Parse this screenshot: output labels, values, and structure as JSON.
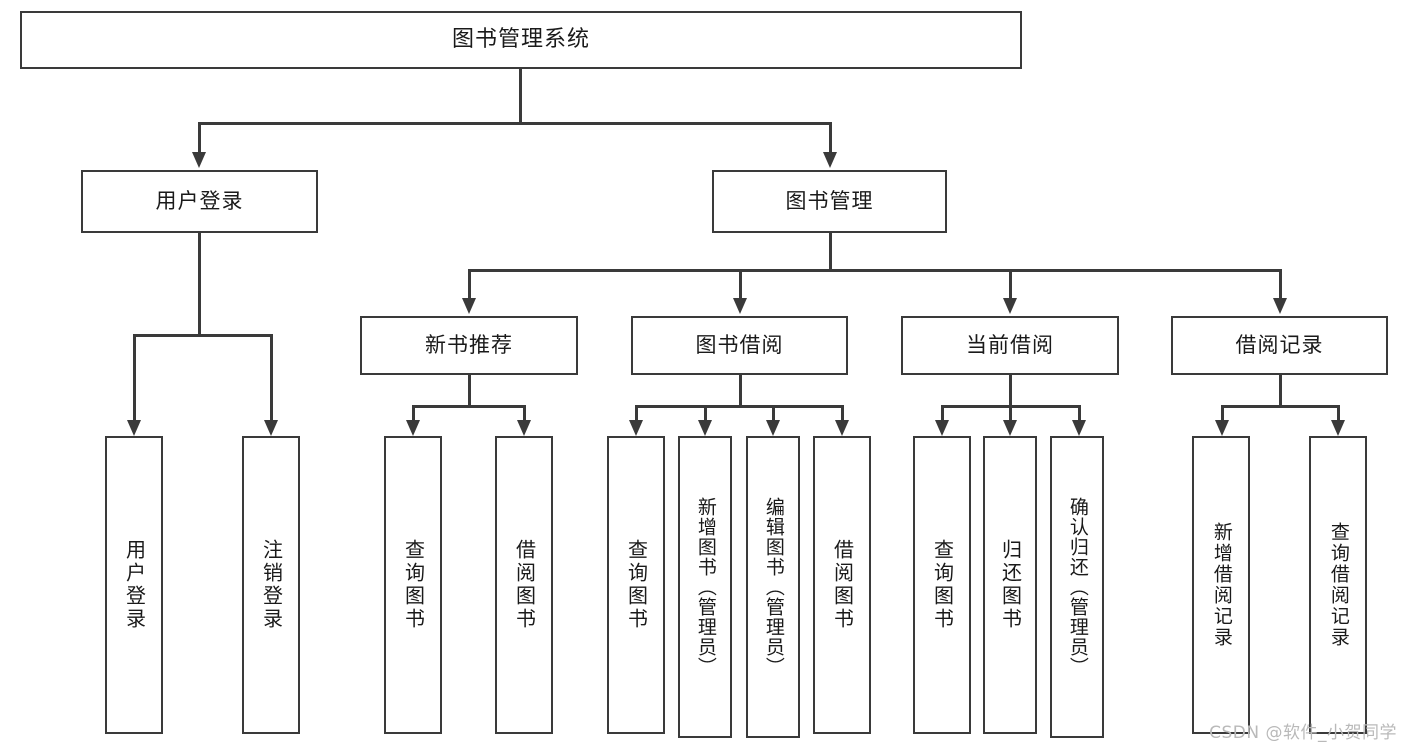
{
  "diagram": {
    "title": "图书管理系统",
    "type": "functional-structure-tree",
    "root": {
      "label": "图书管理系统"
    },
    "level2": [
      {
        "label": "用户登录"
      },
      {
        "label": "图书管理"
      }
    ],
    "level3": [
      {
        "label": "新书推荐"
      },
      {
        "label": "图书借阅"
      },
      {
        "label": "当前借阅"
      },
      {
        "label": "借阅记录"
      }
    ],
    "leaves": {
      "user_login": [
        {
          "label": "用户登录"
        },
        {
          "label": "注销登录"
        }
      ],
      "new_book_recommend": [
        {
          "label": "查询图书"
        },
        {
          "label": "借阅图书"
        }
      ],
      "book_borrow": [
        {
          "label": "查询图书"
        },
        {
          "label": "新增图书（管理员）"
        },
        {
          "label": "编辑图书（管理员）"
        },
        {
          "label": "借阅图书"
        }
      ],
      "current_borrow": [
        {
          "label": "查询图书"
        },
        {
          "label": "归还图书"
        },
        {
          "label": "确认归还（管理员）"
        }
      ],
      "borrow_record": [
        {
          "label": "新增借阅记录"
        },
        {
          "label": "查询借阅记录"
        }
      ]
    }
  },
  "watermark": {
    "text": "CSDN @软件_小贺同学"
  },
  "colors": {
    "stroke": "#3a3a3a",
    "fill": "#ffffff",
    "text": "#1a1a1a",
    "watermark": "#b9b9b9"
  }
}
